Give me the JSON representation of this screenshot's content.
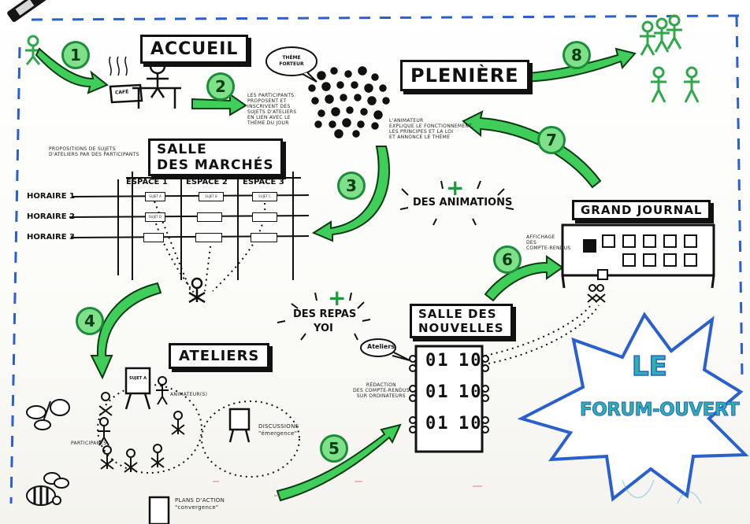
{
  "title": {
    "line1": "LE",
    "line2": "FORUM-OUVERT",
    "color": "#2a5fd0",
    "accent": "#2bb3a8"
  },
  "accent_green": "#3fce5a",
  "steps": [
    "1",
    "2",
    "3",
    "4",
    "5",
    "6",
    "7",
    "8"
  ],
  "sections": {
    "accueil": {
      "title": "ACCUEIL",
      "cafe_label": "CAFÉ"
    },
    "pleniere": {
      "title": "PLENIÈRE",
      "bubble": "THÈME FORTEUR",
      "note_participants": [
        "LES PARTICIPANTS",
        "PROPOSENT ET",
        "INSCRIVENT DES",
        "SUJETS D'ATELIERS",
        "EN LIEN AVEC LE",
        "THÈME DU JOUR"
      ],
      "note_animateur": [
        "L'ANIMATEUR",
        "EXPLIQUE LE FONCTIONNEMENT,",
        "LES PRINCIPES ET LA LOI",
        "ET ANNONCE LE THÈME"
      ]
    },
    "salle_marches": {
      "title_line1": "SALLE",
      "title_line2": "DES MARCHÉS",
      "note": [
        "PROPOSITIONS DE SUJETS",
        "D'ATELIERS PAR DES PARTICIPANTS"
      ],
      "columns": [
        "ESPACE 1",
        "ESPACE 2",
        "ESPACE 3"
      ],
      "rows": [
        "HORAIRE 1",
        "HORAIRE 2",
        "HORAIRE 3"
      ],
      "slots": [
        "SUJET A",
        "SUJET B",
        "SUJET C",
        "SUJET D"
      ]
    },
    "animations": {
      "plus": "+",
      "label": "DES ANIMATIONS"
    },
    "repas": {
      "plus": "+",
      "label_line1": "DES REPAS",
      "label_line2": "YOI"
    },
    "grand_journal": {
      "title": "GRAND JOURNAL",
      "note": [
        "AFFICHAGE",
        "DES",
        "COMPTE-RENDUS"
      ]
    },
    "ateliers": {
      "title": "ATELIERS",
      "board_label": "SUJET A",
      "role_animateur": "ANIMATEUR(S)",
      "role_participants": "PARTICIPANTS",
      "discussions": [
        "DISCUSSIONS",
        "\"émergence\""
      ],
      "plans": [
        "PLANS D'ACTION",
        "\"convergence\""
      ]
    },
    "salle_nouvelles": {
      "title_line1": "SALLE DES",
      "title_line2": "NOUVELLES",
      "bubble": "Ateliers",
      "note": [
        "RÉDACTION",
        "DES COMPTE-RENDUS",
        "SUR ORDINATEURS"
      ],
      "codes": [
        "01",
        "10",
        "01",
        "10",
        "01",
        "10"
      ]
    }
  }
}
